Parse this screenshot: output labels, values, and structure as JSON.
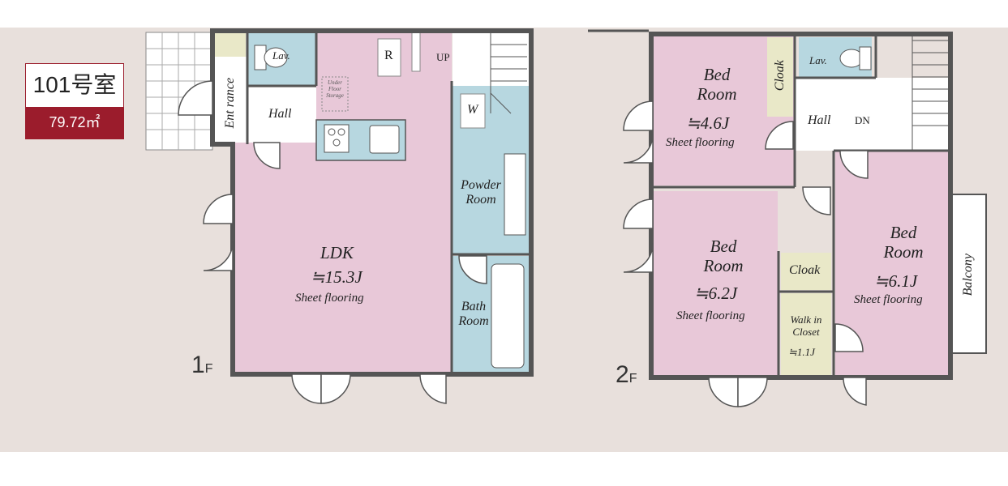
{
  "unit": {
    "number": "101号室",
    "area": "79.72㎡"
  },
  "floor1": {
    "tag_number": "1",
    "tag_suffix": "F",
    "rooms": {
      "lav": "Lav.",
      "fridge": "R",
      "up": "UP",
      "entrance": "Ent rance",
      "hall": "Hall",
      "under_floor_storage": "Under Floor Storage",
      "washer": "W",
      "powder_room": "Powder Room",
      "ldk": "LDK",
      "ldk_size": "≒15.3J",
      "ldk_floor": "Sheet flooring",
      "bath_room": "Bath Room"
    }
  },
  "floor2": {
    "tag_number": "2",
    "tag_suffix": "F",
    "rooms": {
      "bed1": "Bed Room",
      "bed1_size": "≒4.6J",
      "bed1_floor": "Sheet flooring",
      "cloak1": "Cloak",
      "lav": "Lav.",
      "hall": "Hall",
      "dn": "DN",
      "bed2": "Bed Room",
      "bed2_size": "≒6.2J",
      "bed2_floor": "Sheet flooring",
      "cloak2": "Cloak",
      "wic": "Walk in Closet",
      "wic_size": "≒1.1J",
      "bed3": "Bed Room",
      "bed3_size": "≒6.1J",
      "bed3_floor": "Sheet flooring",
      "balcony": "Balcony"
    }
  },
  "colors": {
    "background": "#e8e0dc",
    "room_pink": "#e8c8d8",
    "wet_blue": "#b7d7e0",
    "closet_yellow": "#e9e8c8",
    "wall": "#555555",
    "accent": "#9b1c2c"
  }
}
